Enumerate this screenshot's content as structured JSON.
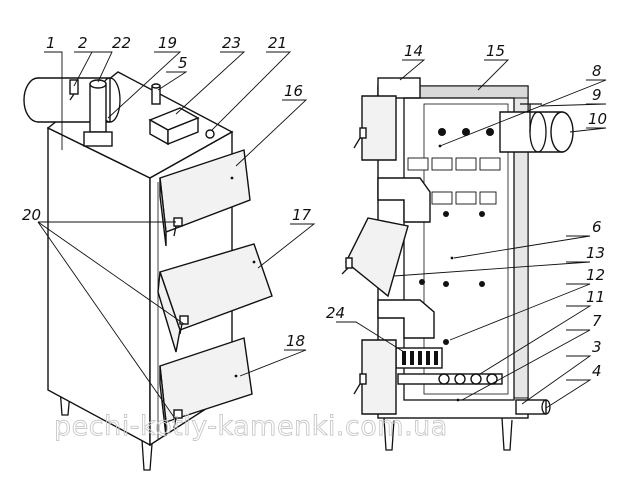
{
  "diagram": {
    "labels": {
      "l1": "1",
      "l2": "2",
      "l22": "22",
      "l19": "19",
      "l23": "23",
      "l21": "21",
      "l5": "5",
      "l16": "16",
      "l17": "17",
      "l18": "18",
      "l20": "20",
      "l14": "14",
      "l15": "15",
      "l8": "8",
      "l9": "9",
      "l10": "10",
      "l6": "6",
      "l13": "13",
      "l12": "12",
      "l11": "11",
      "l7": "7",
      "l3": "3",
      "l4": "4",
      "l24": "24"
    },
    "watermark": "pechi-kotly-kamenki.com.ua"
  }
}
